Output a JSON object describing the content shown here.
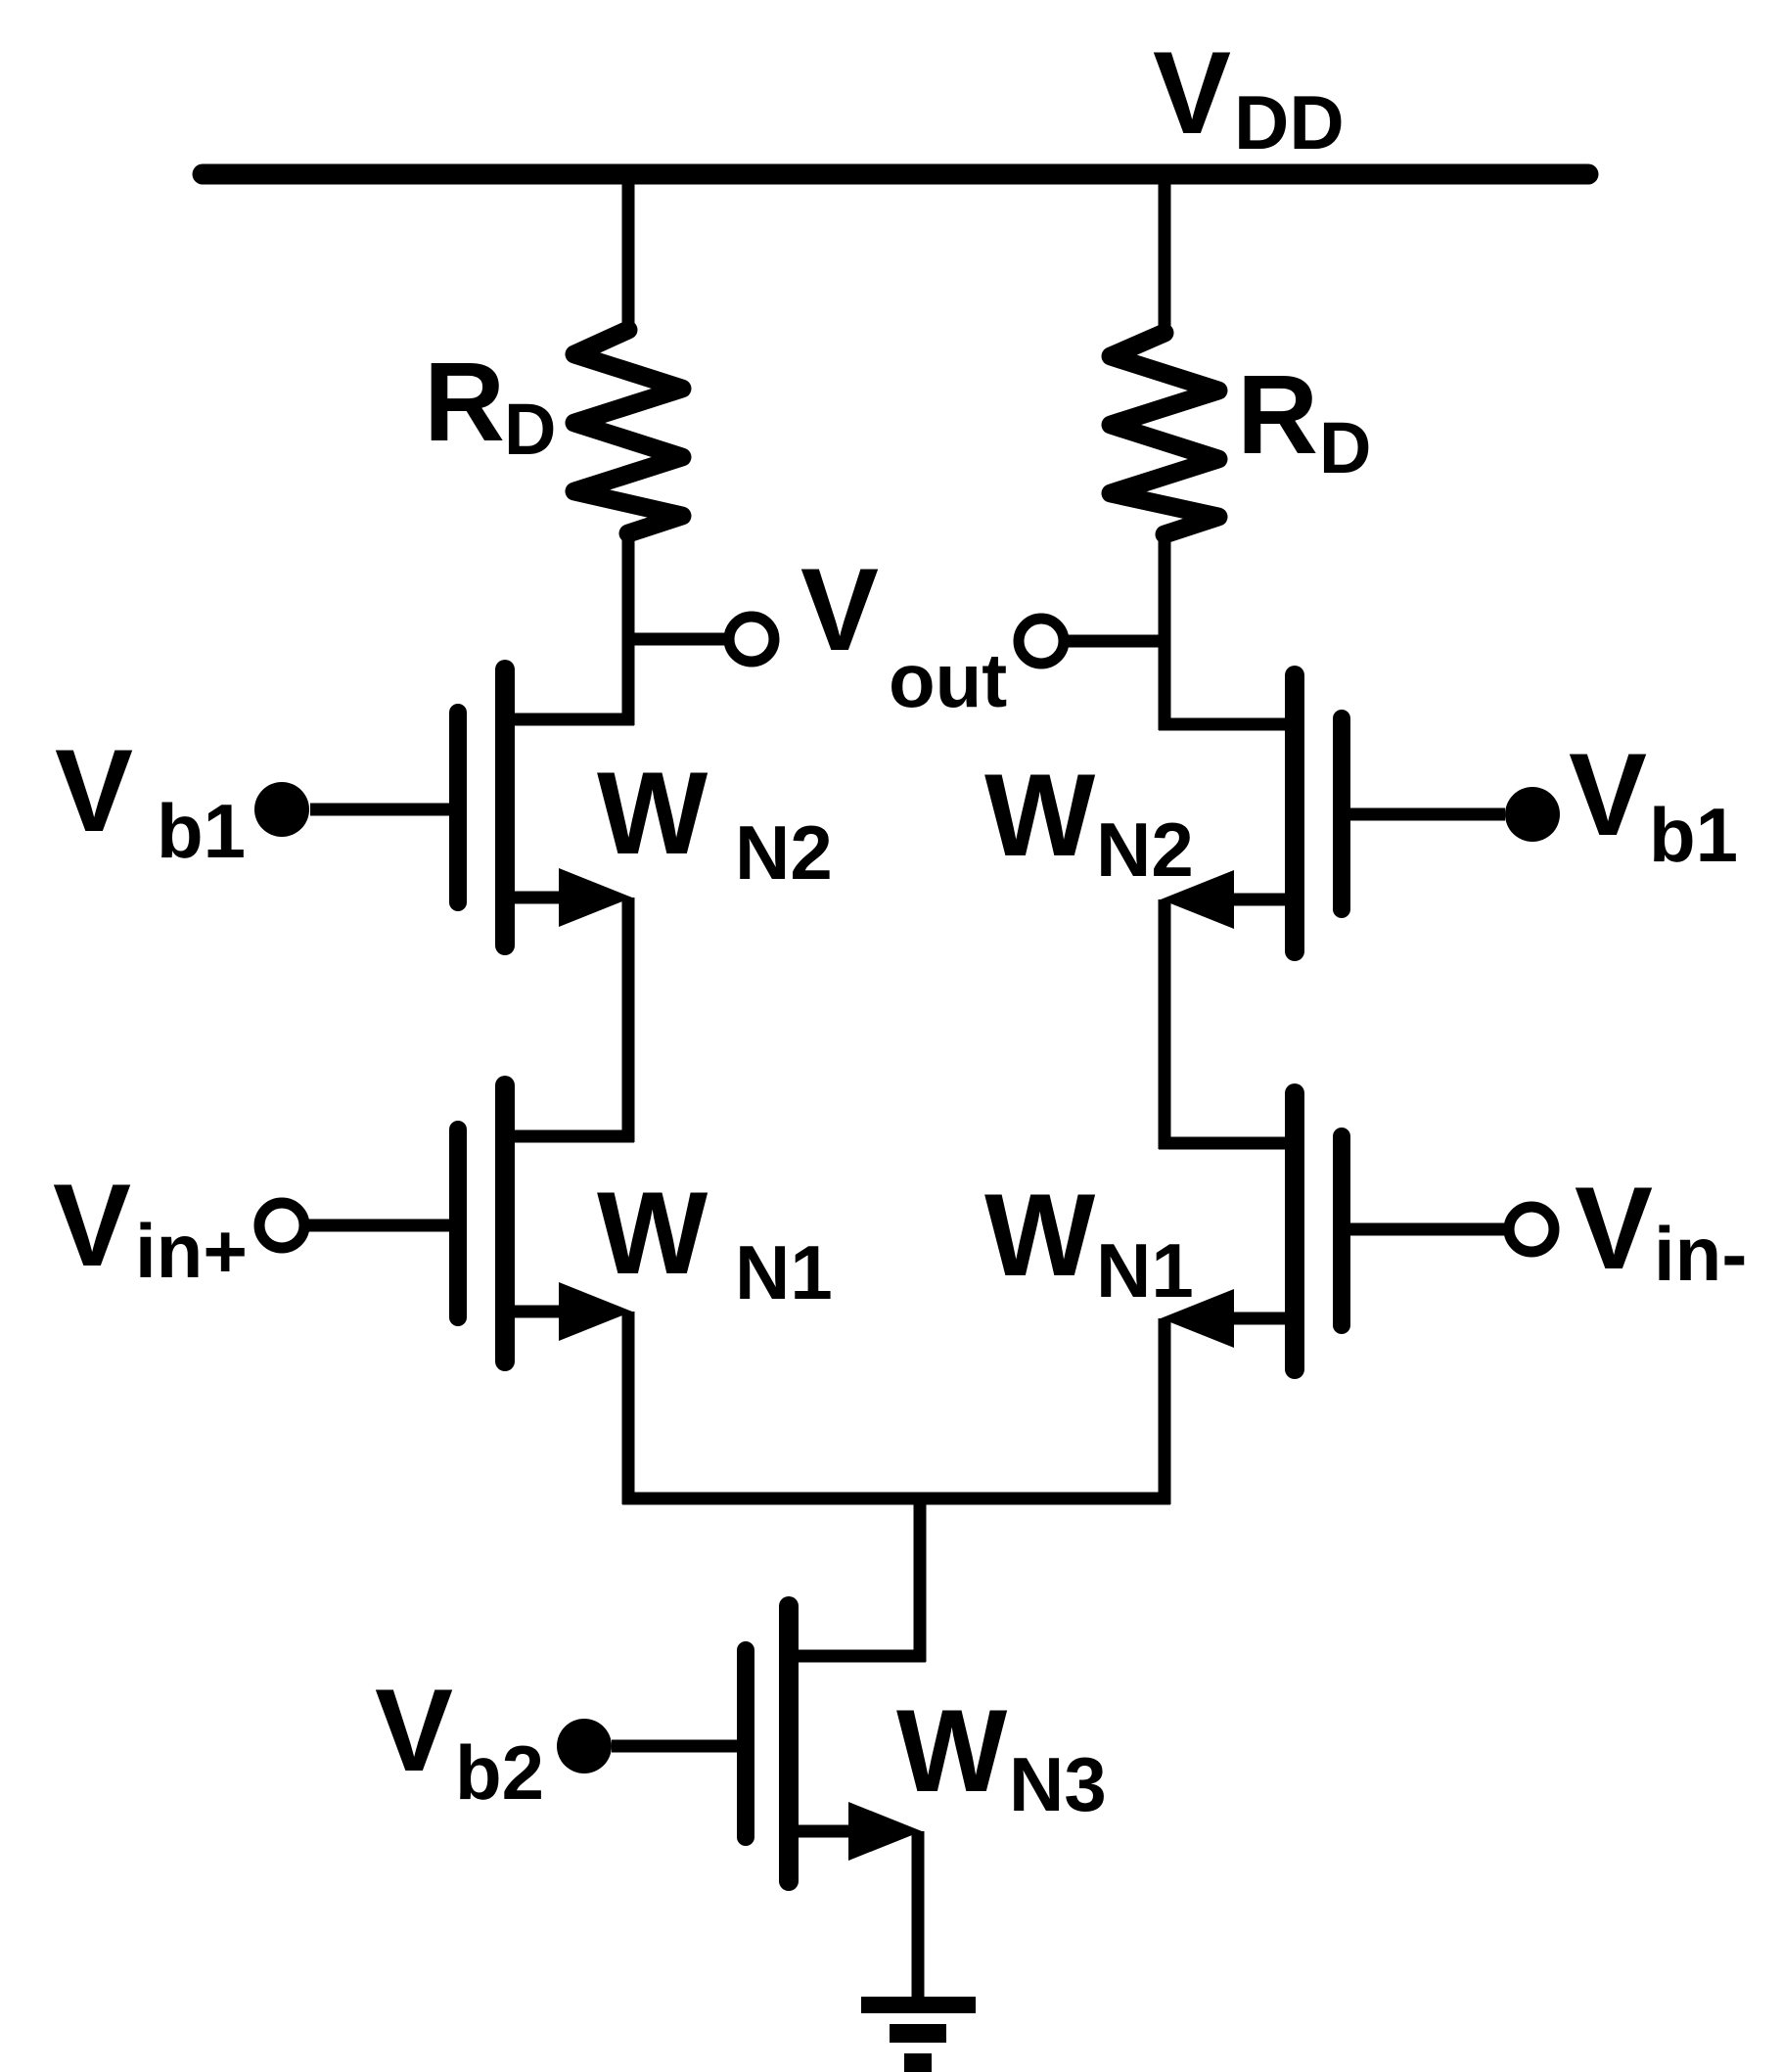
{
  "diagram": {
    "type": "circuit-schematic",
    "subject": "NMOS cascode differential amplifier with resistive loads and tail current source",
    "colors": {
      "ink": "#000000",
      "paper": "#ffffff"
    }
  },
  "labels": {
    "vdd": {
      "main": "V",
      "sub": "DD"
    },
    "rd_left": {
      "main": "R",
      "sub": "D"
    },
    "rd_right": {
      "main": "R",
      "sub": "D"
    },
    "vout": {
      "main": "V",
      "sub": "out"
    },
    "vb1_left": {
      "main": "V",
      "sub": "b1"
    },
    "vb1_right": {
      "main": "V",
      "sub": "b1"
    },
    "wn2_left": {
      "main": "W",
      "sub": "N2"
    },
    "wn2_right": {
      "main": "W",
      "sub": "N2"
    },
    "vin_plus": {
      "main": "V",
      "sub": "in+"
    },
    "vin_minus": {
      "main": "V",
      "sub": "in-"
    },
    "wn1_left": {
      "main": "W",
      "sub": "N1"
    },
    "wn1_right": {
      "main": "W",
      "sub": "N1"
    },
    "vb2": {
      "main": "V",
      "sub": "b2"
    },
    "wn3": {
      "main": "W",
      "sub": "N3"
    }
  },
  "components": [
    {
      "id": "vdd-rail",
      "kind": "power-rail",
      "net": "VDD"
    },
    {
      "id": "rd-left",
      "kind": "resistor",
      "name": "RD",
      "from": "VDD",
      "to": "Vout left node"
    },
    {
      "id": "rd-right",
      "kind": "resistor",
      "name": "RD",
      "from": "VDD",
      "to": "Vout right node"
    },
    {
      "id": "vout-left",
      "kind": "open-terminal",
      "net": "Vout"
    },
    {
      "id": "vout-right",
      "kind": "open-terminal",
      "net": "Vout"
    },
    {
      "id": "wn2-left",
      "kind": "nmos",
      "name": "WN2",
      "gate": "Vb1 (dot terminal)",
      "drain": "Vout left node",
      "source": "drain of left WN1"
    },
    {
      "id": "wn2-right",
      "kind": "nmos",
      "name": "WN2",
      "gate": "Vb1 (dot terminal)",
      "drain": "Vout right node",
      "source": "drain of right WN1"
    },
    {
      "id": "wn1-left",
      "kind": "nmos",
      "name": "WN1",
      "gate": "Vin+ (open terminal)",
      "drain": "source of left WN2",
      "source": "tail node"
    },
    {
      "id": "wn1-right",
      "kind": "nmos",
      "name": "WN1",
      "gate": "Vin- (open terminal)",
      "drain": "source of right WN2",
      "source": "tail node"
    },
    {
      "id": "wn3",
      "kind": "nmos",
      "name": "WN3",
      "gate": "Vb2 (dot terminal)",
      "drain": "tail node",
      "source": "GND"
    },
    {
      "id": "ground",
      "kind": "ground-symbol",
      "net": "GND"
    }
  ]
}
